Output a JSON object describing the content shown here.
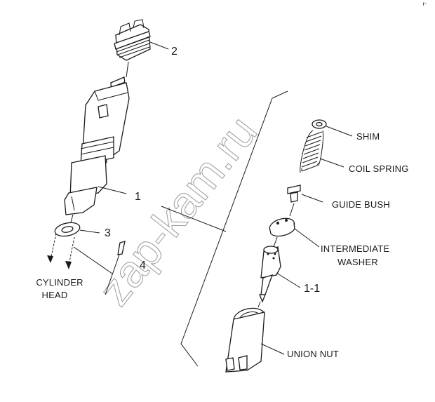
{
  "corner_mark": "r-",
  "watermark": "zap-kam.ru",
  "callouts": {
    "n1": "1",
    "n2": "2",
    "n3": "3",
    "n4": "4",
    "n11": "1-1",
    "cylinder_head_line1": "CYLINDER",
    "cylinder_head_line2": "HEAD",
    "shim": "SHIM",
    "coil_spring": "COIL SPRING",
    "guide_bush": "GUIDE BUSH",
    "intermediate_washer_line1": "INTERMEDIATE",
    "intermediate_washer_line2": "WASHER",
    "union_nut": "UNION NUT"
  }
}
